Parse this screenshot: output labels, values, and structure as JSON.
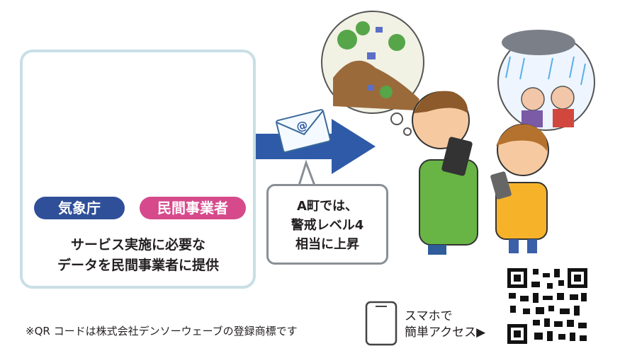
{
  "labels": {
    "jma": "気象庁",
    "private": "民間事業者",
    "caption_line1": "サービス実施に必要な",
    "caption_line2": "データを民間事業者に提供"
  },
  "message": {
    "line1": "A町では、",
    "line2": "警戒レベル4",
    "line3": "相当に上昇",
    "email_symbol": "@"
  },
  "footer": {
    "note": "※QR コードは株式会社デンソーウェーブの登録商標です",
    "access_line1": "スマホで",
    "access_line2": "簡単アクセス▶"
  },
  "colors": {
    "arrow_blue": "#2f5aa8",
    "jma_blue": "#2f4f99",
    "private_pink": "#d64a8c",
    "frame_blue": "#c9dfe6"
  }
}
